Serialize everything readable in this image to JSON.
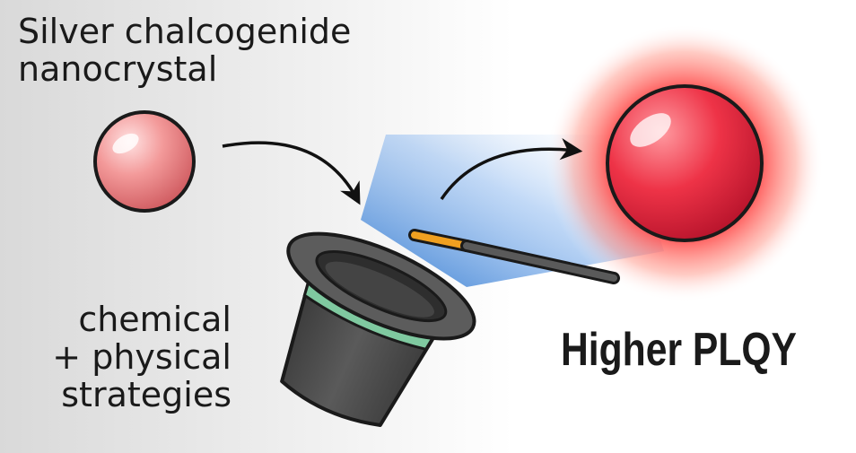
{
  "title": {
    "line1": "Silver chalcogenide",
    "line2": "nanocrystal"
  },
  "method": {
    "line1": "chemical",
    "line2": "+ physical",
    "line3": "strategies"
  },
  "result": {
    "label": "Higher PLQY"
  },
  "colors": {
    "nanocrystal_small": "#f08a8a",
    "nanocrystal_large": "#e8283c",
    "glow": "#ff5a5a",
    "beam": "#3f86d8",
    "hat": "#4a4a4a",
    "hat_band": "#7fc9a0",
    "wand_tip": "#f0a020",
    "wand": "#555555"
  },
  "icons": {
    "hat": "magic-hat-icon",
    "wand": "magic-wand-icon"
  }
}
